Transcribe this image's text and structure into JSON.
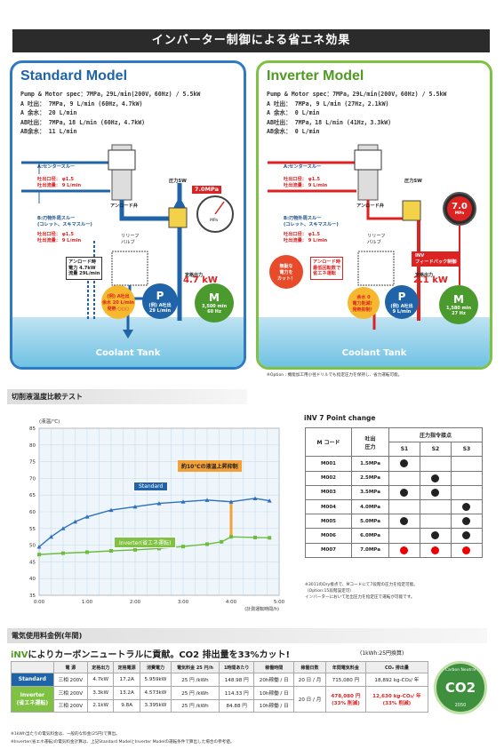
{
  "banner": "インバーター制御による省エネ効果",
  "standard": {
    "title": "Standard Model",
    "specs": [
      "Pump & Motor spec：7MPa，29L/min(200V，60Hz) / 5.5kW",
      "A  吐出： 7MPa,     9 L/min (60Hz，4.7kW)",
      "A  余水： 20 L/min",
      "AB吐出： 7MPa，18 L/min (60Hz，4.7kW)",
      "AB余水： 11 L/min"
    ],
    "labels": {
      "a_line": "A:センタースルー",
      "a_detail": "吐出口径： φ1.5\n吐出流量： 9 L/min",
      "b_line": "B:刃物外周スルー\n(コレット、スキマスルー)",
      "b_detail": "吐出口径： φ1.5\n吐出流量： 9 L/min",
      "unload": "アンロード弁",
      "pressure_sw": "圧力SW",
      "gauge": "7.0MPa",
      "gauge_unit": "MPa",
      "relief": "リリーフ\nバルブ",
      "unload_note": "アンロード時\n電力 4.7kW\n流量 29L/min",
      "surplus": "(例) A吐出\n余水 20 L/min\n発熱 ○○○",
      "rated_label": "定格出力",
      "rated_value": "4.7 kW",
      "p_sub": "(例) A吐出\n29 L/min",
      "m_value": "3,500 min",
      "m_sub": "60 Hz",
      "tank": "Coolant Tank"
    }
  },
  "inverter": {
    "title": "Inverter Model",
    "specs": [
      "Pump & Motor spec：7MPa，29L/min(200V，60Hz) / 5.5kW",
      "A  吐出： 7MPa,     9 L/min (27Hz，2.1kW)",
      "A  余水： 0 L/min",
      "AB吐出： 7MPa，18 L/min (41Hz，3.3kW)",
      "AB余水： 0 L/min"
    ],
    "labels": {
      "a_line": "A:センタースルー",
      "a_detail": "吐出口径： φ1.5\n吐出流量： 9 L/min",
      "b_line": "B:刃物外周スルー\n(コレット、スキマスルー)",
      "b_detail": "吐出口径： φ1.5\n吐出流量： 9 L/min",
      "unload": "アンロード弁",
      "pressure_sw": "圧力SW",
      "gauge": "7.0",
      "gauge_unit": "MPa",
      "relief": "リリーフ\nバルブ",
      "cut_power": "無駄な\n電力を\nカット！",
      "unload_note": "アンロード時\n最低回転数で\n省エネ運転",
      "feedback": "INV\nフィードバック制御",
      "surplus": "余水 0\n電力削減！\n発熱抑制！",
      "rated_label": "定格出力",
      "rated_value": "2.1 kW",
      "p_sub": "(例) A吐出\n9 L/min",
      "m_value": "1,580 min",
      "m_sub": "27 Hz",
      "tank": "Coolant Tank"
    }
  },
  "option_note": "※Option : 機能加工用小径ドリルでも指定圧力を保持し、省力運転可能。",
  "temp_section": "切削液温度比較テスト",
  "chart_data": {
    "type": "line",
    "ylabel": "(液温/℃)",
    "xlabel": "(計測運転時間/h)",
    "x_ticks": [
      "0:00",
      "1:00",
      "2:00",
      "3:00",
      "4:00",
      "5:00"
    ],
    "y_ticks": [
      35,
      40,
      45,
      50,
      55,
      60,
      65,
      70,
      75,
      80,
      85
    ],
    "ylim": [
      35,
      85
    ],
    "xlim": [
      0,
      5
    ],
    "series": [
      {
        "name": "Standard",
        "color": "#2e6fc0",
        "x": [
          0,
          0.25,
          0.5,
          0.75,
          1,
          1.5,
          2,
          2.5,
          3,
          3.5,
          4,
          4.5,
          4.8
        ],
        "values": [
          49.5,
          52.5,
          55,
          57,
          58.5,
          60.5,
          61.5,
          62.5,
          63,
          63.5,
          63,
          64,
          63.3
        ]
      },
      {
        "name": "Inverter(省エネ運転)",
        "color": "#6cbd3c",
        "x": [
          0,
          0.5,
          1,
          1.5,
          2,
          2.5,
          3,
          3.5,
          3.8,
          4,
          4.5,
          4.8
        ],
        "values": [
          47.2,
          47.6,
          47.9,
          48.3,
          48.6,
          49,
          49.6,
          50.3,
          51,
          52.5,
          52.3,
          52.2
        ]
      }
    ],
    "annotation": "約10℃の液温上昇抑制"
  },
  "p7": {
    "title": "iNV 7 Point change",
    "col_code": "M コード",
    "col_pressure": "吐出\n圧力",
    "col_group": "圧力指令接点",
    "col_s": [
      "S1",
      "S2",
      "S3"
    ],
    "rows": [
      {
        "code": "M001",
        "pressure": "1.5MPa",
        "s": [
          1,
          0,
          0
        ]
      },
      {
        "code": "M002",
        "pressure": "2.5MPa",
        "s": [
          0,
          1,
          0
        ]
      },
      {
        "code": "M003",
        "pressure": "3.5MPa",
        "s": [
          1,
          1,
          0
        ]
      },
      {
        "code": "M004",
        "pressure": "4.0MPa",
        "s": [
          0,
          0,
          1
        ]
      },
      {
        "code": "M005",
        "pressure": "5.0MPa",
        "s": [
          1,
          0,
          1
        ]
      },
      {
        "code": "M006",
        "pressure": "6.0MPa",
        "s": [
          0,
          1,
          1
        ]
      },
      {
        "code": "M007",
        "pressure": "7.0MPa",
        "s": [
          2,
          2,
          2
        ]
      }
    ],
    "notes": [
      "※3011のDry接点で、Mコードにて7段階の圧力を指定可能。",
      "（Option:15段階設定可）",
      "インバーターにおいて吐出圧力を指定圧で運転が可能です。"
    ]
  },
  "energy": {
    "section": "電気使用料金例(年間)",
    "headline_brand": "iNV",
    "headline": "によりカーボンニュートラルに貢献。CO2 排出量を33%カット!",
    "unit_note": "(1kWh:25円換算)",
    "headers": [
      "",
      "電 源",
      "定格出力",
      "定格電源",
      "消費電力",
      "電気料金 25 円/h",
      "1時間あたり",
      "稼働時間",
      "稼働日数",
      "年間電気料金",
      "CO₂ 排出量"
    ],
    "std_label": "Standard",
    "inv_label": "Inverter\n(省エネ運転)",
    "std_row": [
      "三相 200V",
      "4.7kW",
      "17.2A",
      "5.959kW",
      "25 円 /kWh",
      "148.98 円",
      "20h稼働 / 日",
      "20 日 / 月",
      "715,080 円",
      "18,892 kg-CO₂/ 年"
    ],
    "inv_rows": [
      [
        "三相 200V",
        "3.3kW",
        "13.2A",
        "4.573kW",
        "25 円 /kWh",
        "114.33 円",
        "10h稼働 / 日"
      ],
      [
        "三相 200V",
        "2.1kW",
        "9.8A",
        "3.395kW",
        "25 円 /kWh",
        "84.88 円",
        "10h稼働 / 日"
      ]
    ],
    "inv_days": "20 日 / 月",
    "inv_cost": "478,080 円",
    "inv_cost_cut": "(33% 削減)",
    "inv_co2": "12,630 kg-CO₂/ 年",
    "inv_co2_cut": "(33% 削減)",
    "foot1": "※1kWh当たりの電気料金は、一般的な料金(25円)で算出。",
    "foot2": "※Inverter(省エネ運転)の電気料金計算は、上記Standard ModelとInverter Modelの運転条件で算出した場合の参考値。",
    "badge_top": "Carbon Neutral",
    "badge_main": "CO2",
    "badge_year": "2050"
  }
}
